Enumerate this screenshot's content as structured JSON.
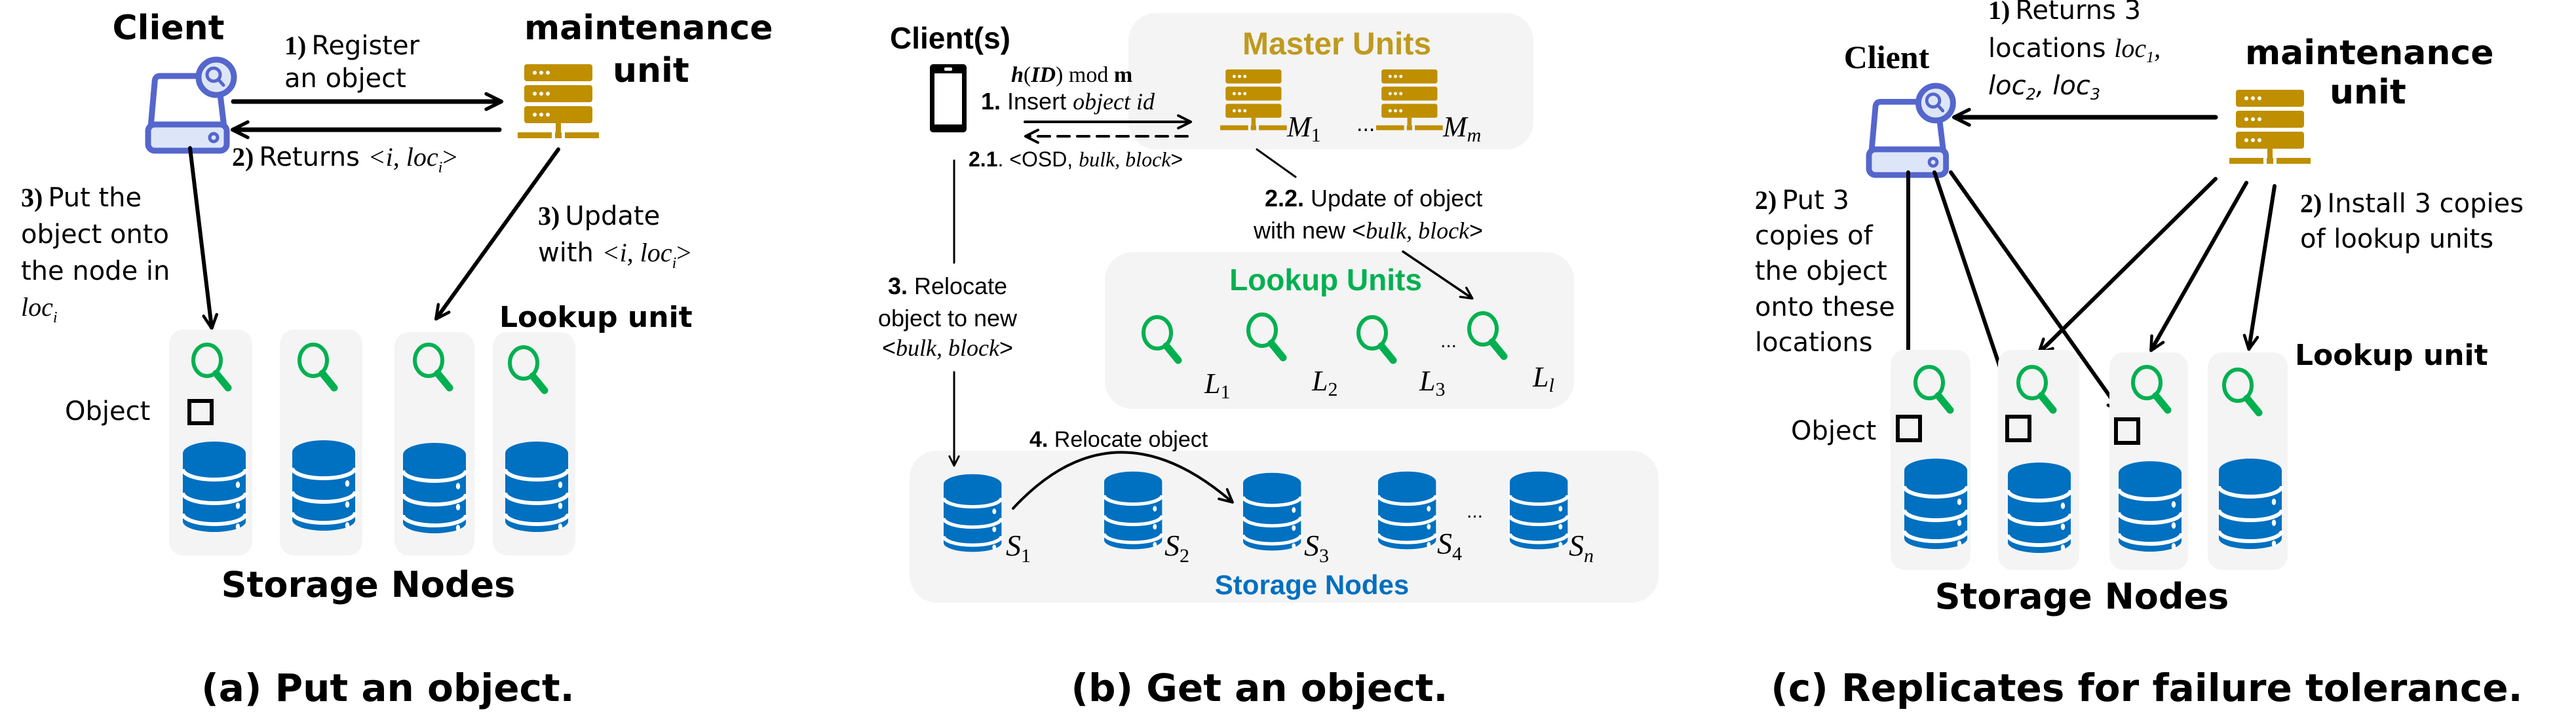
{
  "figure": {
    "panels": [
      {
        "id": "a",
        "caption": "(a) Put an object.",
        "client_label": "Client",
        "maintenance_label_line1": "maintenance",
        "maintenance_label_line2": "unit",
        "lookup_label": "Lookup unit",
        "object_label": "Object",
        "storage_label": "Storage Nodes",
        "step1": {
          "num": "1)",
          "line1": "Register",
          "line2": "an object"
        },
        "step2": {
          "num": "2)",
          "text": "Returns ",
          "math": "<i, loc",
          "sub": "i",
          "close": ">"
        },
        "step3_left": {
          "num": "3)",
          "line1": "Put the",
          "line2": "object onto",
          "line3": "the node in",
          "math": "loc",
          "sub": "i"
        },
        "step3_right": {
          "num": "3)",
          "line1": "Update",
          "line2": "with ",
          "math": "<i, loc",
          "sub": "i",
          "close": ">"
        },
        "node_count": 4
      },
      {
        "id": "b",
        "caption": "(b) Get an object.",
        "client_label": "Client(s)",
        "master_label": "Master Units",
        "lookup_label": "Lookup Units",
        "storage_label": "Storage Nodes",
        "hash_formula": {
          "h": "h",
          "open": "(",
          "id": "ID",
          "close": ")",
          "mod": " mod ",
          "m": "m"
        },
        "step1": {
          "num": "1.",
          "text": " Insert ",
          "math": "object id"
        },
        "step21": {
          "num": "2.1",
          "text": ". <OSD, ",
          "math": "bulk, block",
          "close": ">"
        },
        "step22": {
          "num": "2.2.",
          "line1": " Update of object",
          "line2": "with new <",
          "math": "bulk, block",
          "close": ">"
        },
        "step3": {
          "num": "3.",
          "line1": " Relocate",
          "line2": "object to new",
          "open": "<",
          "math": "bulk, block",
          "close": ">"
        },
        "step4": {
          "num": "4.",
          "text": " Relocate object"
        },
        "masters": [
          {
            "name": "M",
            "sub": "1"
          },
          {
            "name": "M",
            "sub": "m"
          }
        ],
        "lookups": [
          {
            "name": "L",
            "sub": "1"
          },
          {
            "name": "L",
            "sub": "2"
          },
          {
            "name": "L",
            "sub": "3"
          },
          {
            "name": "L",
            "sub": "l"
          }
        ],
        "storages": [
          {
            "name": "S",
            "sub": "1"
          },
          {
            "name": "S",
            "sub": "2"
          },
          {
            "name": "S",
            "sub": "3"
          },
          {
            "name": "S",
            "sub": "4"
          },
          {
            "name": "S",
            "sub": "n"
          }
        ],
        "ellipsis": "..."
      },
      {
        "id": "c",
        "caption": "(c) Replicates for failure tolerance.",
        "client_label": "Client",
        "maintenance_label_line1": "maintenance",
        "maintenance_label_line2": "unit",
        "lookup_label": "Lookup unit",
        "object_label": "Object",
        "storage_label": "Storage Nodes",
        "step1": {
          "num": "1)",
          "line1": "Returns 3",
          "line2": "locations ",
          "loc1": "loc",
          "sub1": "1",
          "comma1": ",",
          "loc2": "loc",
          "sub2": "2",
          "comma2": ", ",
          "loc3": "loc",
          "sub3": "3"
        },
        "step2_left": {
          "num": "2)",
          "line1": "Put 3",
          "line2": "copies of",
          "line3": "the object",
          "line4": "onto these",
          "line5": "locations"
        },
        "step2_right": {
          "num": "2)",
          "line1": "Install 3 copies",
          "line2": "of lookup units"
        },
        "node_count": 4,
        "objects_on_nodes": 3
      }
    ],
    "colors": {
      "client_icon": "#5566CC",
      "client_icon_fill": "#DDE6F8",
      "server_gold": "#BF8F00",
      "master_label": "#BF9A1F",
      "lookup_green": "#00B050",
      "storage_blue": "#0070C0",
      "panel_bg": "#F4F4F4"
    },
    "icons": {
      "client": "client-storage-search-icon",
      "server": "server-rack-icon",
      "lookup": "magnifier-icon",
      "storage": "database-icon",
      "phone": "smartphone-icon",
      "object": "square-object-icon"
    }
  }
}
